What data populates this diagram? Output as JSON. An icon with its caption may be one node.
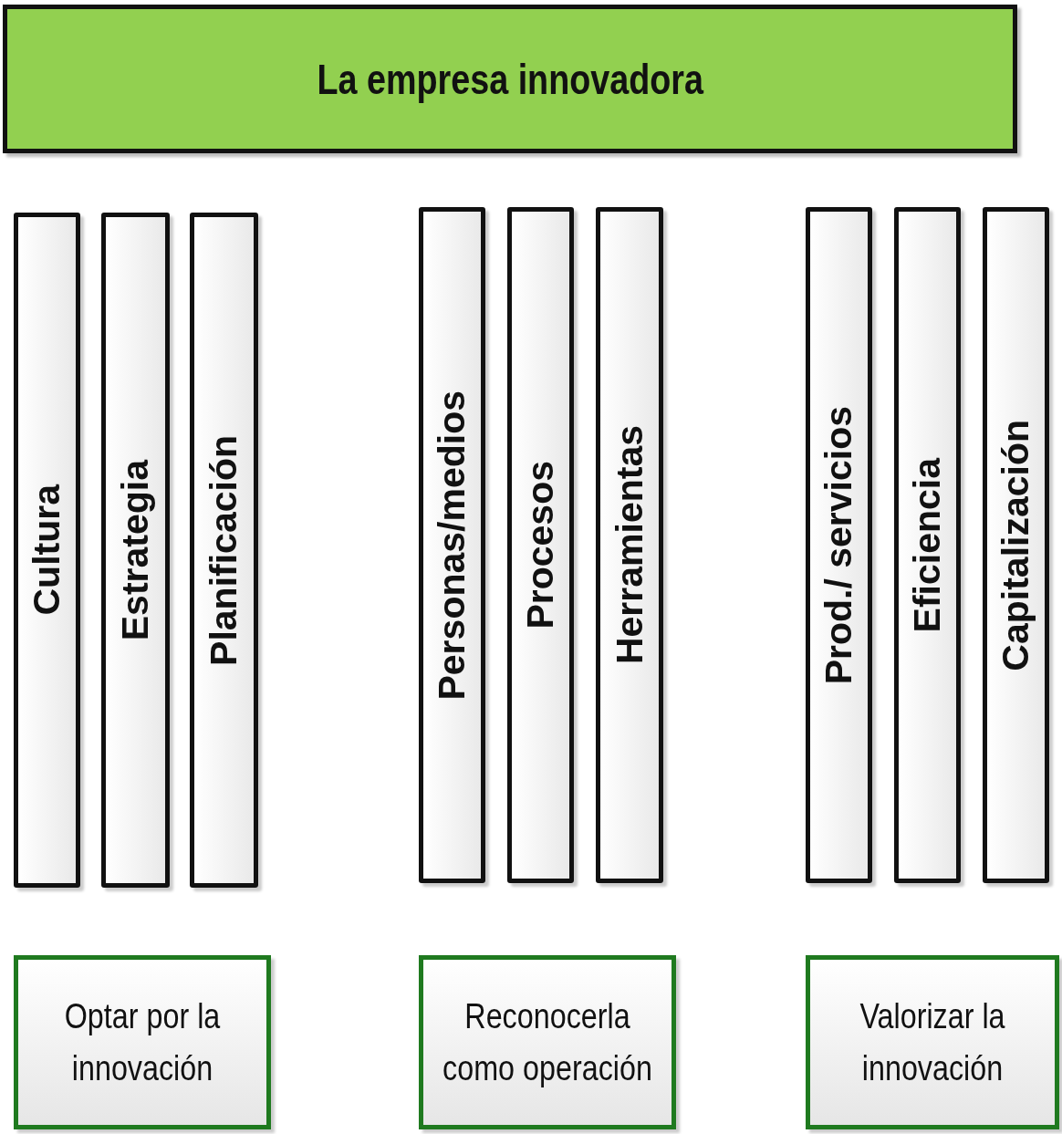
{
  "diagram": {
    "nodes": [
      {
        "text": [
          "La empresa innovadora"
        ]
      },
      {
        "text": [
          "Cultura"
        ]
      },
      {
        "text": [
          "Estrategia"
        ]
      },
      {
        "text": [
          "Planificación"
        ]
      },
      {
        "text": [
          "Personas/medios"
        ]
      },
      {
        "text": [
          "Procesos"
        ]
      },
      {
        "text": [
          "Herramientas"
        ]
      },
      {
        "text": [
          "Prod./ servicios"
        ]
      },
      {
        "text": [
          "Eficiencia"
        ]
      },
      {
        "text": [
          "Capitalización"
        ]
      },
      {
        "text": [
          "Optar por la innovación"
        ]
      },
      {
        "text": [
          "Reconocerla como operación"
        ]
      },
      {
        "text": [
          "Valorizar la innovación"
        ]
      }
    ]
  }
}
